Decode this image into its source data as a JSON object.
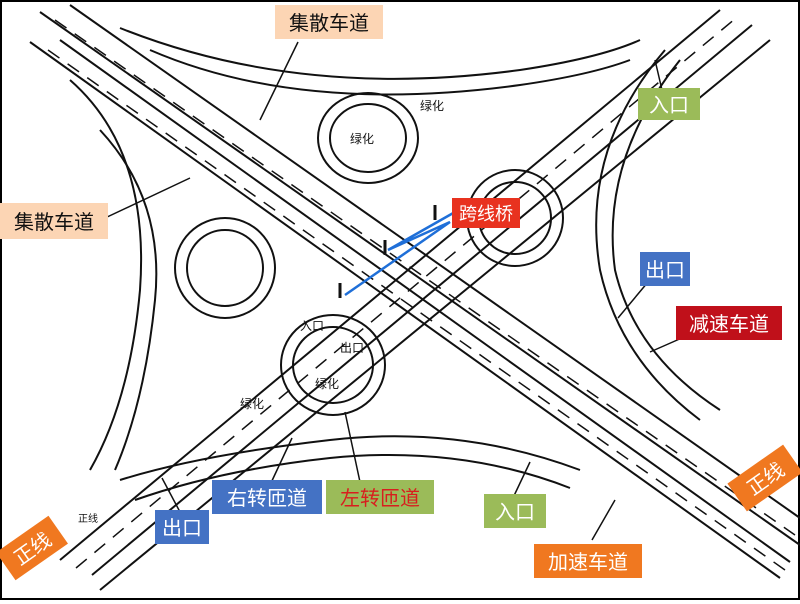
{
  "diagram": {
    "labels": [
      {
        "id": "collector-top",
        "text": "集散车道",
        "fill": "#fcd5b4",
        "color": "#111111"
      },
      {
        "id": "collector-left",
        "text": "集散车道",
        "fill": "#fcd5b4",
        "color": "#111111"
      },
      {
        "id": "entrance-ne",
        "text": "入口",
        "fill": "#9bbb59",
        "color": "#ffffff"
      },
      {
        "id": "overpass",
        "text": "跨线桥",
        "fill": "#e8321f",
        "color": "#ffffff"
      },
      {
        "id": "exit-east",
        "text": "出口",
        "fill": "#4472c4",
        "color": "#ffffff"
      },
      {
        "id": "decel-lane",
        "text": "减速车道",
        "fill": "#c0101a",
        "color": "#ffffff"
      },
      {
        "id": "mainline-right",
        "text": "正线",
        "fill": "#f07820",
        "color": "#ffffff"
      },
      {
        "id": "right-ramp",
        "text": "右转匝道",
        "fill": "#4472c4",
        "color": "#ffffff"
      },
      {
        "id": "left-ramp",
        "text": "左转匝道",
        "fill": "#9bbb59",
        "color": "#d81e1e"
      },
      {
        "id": "entrance-south",
        "text": "入口",
        "fill": "#9bbb59",
        "color": "#ffffff"
      },
      {
        "id": "exit-sw",
        "text": "出口",
        "fill": "#4472c4",
        "color": "#ffffff"
      },
      {
        "id": "accel-lane",
        "text": "加速车道",
        "fill": "#f07820",
        "color": "#ffffff"
      },
      {
        "id": "mainline-left",
        "text": "正线",
        "fill": "#f07820",
        "color": "#ffffff"
      }
    ],
    "inline_text": [
      {
        "id": "green-top",
        "text": "绿化"
      },
      {
        "id": "green-top-loop",
        "text": "绿化"
      },
      {
        "id": "green-bottom-loop",
        "text": "绿化"
      },
      {
        "id": "green-left",
        "text": "绿化"
      },
      {
        "id": "loop-entrance",
        "text": "入口"
      },
      {
        "id": "loop-exit",
        "text": "出口"
      },
      {
        "id": "mainline-small",
        "text": "正线"
      }
    ],
    "colors": {
      "line": "#111111",
      "bridge_marker": "#1f6fd8",
      "border": "#000000"
    }
  }
}
